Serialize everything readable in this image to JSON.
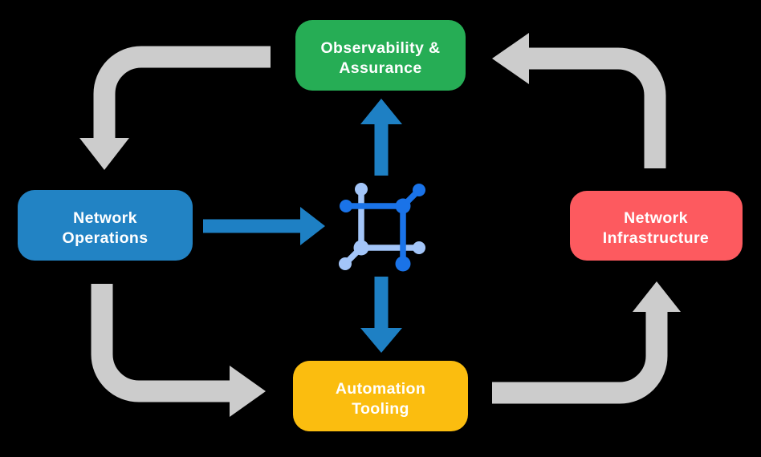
{
  "diagram": {
    "title": "network automation lifecycle diagram",
    "background": "#000000",
    "colors": {
      "text": "#FFFFFF",
      "gray_arrow": "#CCCCCC",
      "blue_arrow": "#1E80C4",
      "icon_dark": "#1A73E8",
      "icon_light": "#A3C5F8"
    },
    "nodes": {
      "observability": {
        "line1": "Observability &",
        "line2": "Assurance",
        "color": "#26AD55"
      },
      "operations": {
        "line1": "Network",
        "line2": "Operations",
        "color": "#2283C4"
      },
      "infrastructure": {
        "line1": "Network",
        "line2": "Infrastructure",
        "color": "#FD5A5F"
      },
      "automation": {
        "line1": "Automation",
        "line2": "Tooling",
        "color": "#FBBD0F"
      }
    },
    "icon": {
      "name": "network-mesh-icon"
    },
    "arrows": {
      "gray": [
        "observability-to-operations",
        "operations-to-automation",
        "automation-to-infrastructure",
        "infrastructure-to-observability"
      ],
      "blue": [
        "operations-to-center",
        "center-to-observability",
        "center-to-automation"
      ]
    }
  }
}
